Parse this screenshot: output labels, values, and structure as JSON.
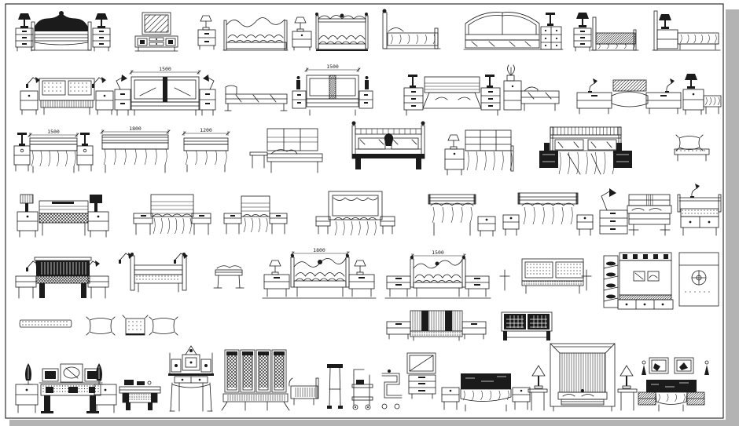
{
  "sheet": {
    "background_color": "#ffffff",
    "ink_color": "#1b1b1b",
    "border_color": "#1b1b1b",
    "shadow_color": "#b3b3b3",
    "content": "bedroom furniture CAD elevation blocks"
  },
  "dims": {
    "r2a": "1500",
    "r2b": "1500",
    "r3a": "1500",
    "r3b": "1800",
    "r3c": "1200",
    "r5a": "1800",
    "r5b": "1500"
  },
  "blocks": [
    {
      "id": "i101",
      "label": "classical double bed with nightstands and lamps"
    },
    {
      "id": "i102",
      "label": "dresser with mirror"
    },
    {
      "id": "i103",
      "label": "bed side view with table lamp nightstand"
    },
    {
      "id": "i104",
      "label": "carved headboard double bed"
    },
    {
      "id": "i105",
      "label": "single bed side view with drape"
    },
    {
      "id": "i106",
      "label": "arched headboard bed with drawer chest"
    },
    {
      "id": "i107",
      "label": "bed side view with floral spread"
    },
    {
      "id": "i108",
      "label": "bed side view with cabinet"
    },
    {
      "id": "i201",
      "label": "bed with tufted cushions and wall lamps"
    },
    {
      "id": "i202",
      "label": "double bed 1500 with nightstands"
    },
    {
      "id": "i203",
      "label": "low bed side view"
    },
    {
      "id": "i204",
      "label": "double bed 1500 with reading lamps"
    },
    {
      "id": "i205",
      "label": "slatted headboard bed with T-lamps"
    },
    {
      "id": "i206",
      "label": "bed side view with plant stand"
    },
    {
      "id": "i207",
      "label": "panel headboard bed with gooseneck lamps"
    },
    {
      "id": "i208",
      "label": "bed side view with lamp cabinet"
    },
    {
      "id": "i301",
      "label": "bed elevation 1500 with T-lamps"
    },
    {
      "id": "i302",
      "label": "bed elevation 1800"
    },
    {
      "id": "i303",
      "label": "bed elevation 1200"
    },
    {
      "id": "i304",
      "label": "slat headboard bed side view"
    },
    {
      "id": "i305",
      "label": "four poster bed with pillows"
    },
    {
      "id": "i306",
      "label": "grid headboard bed with lamp nightstand"
    },
    {
      "id": "i307",
      "label": "lattice rail bed with dark nightstands"
    },
    {
      "id": "i308",
      "label": "pillow bench"
    },
    {
      "id": "i401",
      "label": "striped bed with shaded lamps"
    },
    {
      "id": "i402",
      "label": "louvered headboard bed"
    },
    {
      "id": "i403",
      "label": "louvered headboard bed small"
    },
    {
      "id": "i404",
      "label": "canopy frame headboard bed"
    },
    {
      "id": "i405",
      "label": "triple rail bed with nightstand"
    },
    {
      "id": "i406",
      "label": "triple rail bed with two nightstands"
    },
    {
      "id": "i407",
      "label": "bed side view with desk lamp chest"
    },
    {
      "id": "i408",
      "label": "tufted daybed with drawers"
    },
    {
      "id": "i501",
      "label": "dark slatted bench with swing lamps"
    },
    {
      "id": "i502",
      "label": "post daybed with tufted seat"
    },
    {
      "id": "i503",
      "label": "upholstered bench side view"
    },
    {
      "id": "i504",
      "label": "ornate double bed 1800"
    },
    {
      "id": "i505",
      "label": "ornate double bed 1500"
    },
    {
      "id": "i506",
      "label": "tufted cushion bench"
    },
    {
      "id": "i507",
      "label": "wall unit with shelves"
    },
    {
      "id": "i508",
      "label": "wardrobe panel with round handle"
    },
    {
      "id": "i601",
      "label": "studded bolster strip"
    },
    {
      "id": "i602",
      "label": "throw pillow"
    },
    {
      "id": "i603",
      "label": "square tufted cushion"
    },
    {
      "id": "i604",
      "label": "throw pillow"
    },
    {
      "id": "i605",
      "label": "slat headboard bed with side cabinets"
    },
    {
      "id": "i606",
      "label": "lattice panel cabinet"
    },
    {
      "id": "i701",
      "label": "vanity console with mirrors and lamps"
    },
    {
      "id": "i702",
      "label": "low table with objects"
    },
    {
      "id": "i703",
      "label": "ornate dressing table"
    },
    {
      "id": "i704",
      "label": "four panel folding screen with bench"
    },
    {
      "id": "i705",
      "label": "slatted crib bench"
    },
    {
      "id": "i706",
      "label": "bar stool"
    },
    {
      "id": "i707",
      "label": "serving cart"
    },
    {
      "id": "i708",
      "label": "z-shaped cart"
    },
    {
      "id": "i709",
      "label": "tv on drawer cabinet"
    },
    {
      "id": "i710",
      "label": "dark headboard bed with nightstands"
    },
    {
      "id": "i711",
      "label": "canopy poster bed with floor lamps"
    },
    {
      "id": "i712",
      "label": "bed with wall pictures and lamps"
    }
  ]
}
